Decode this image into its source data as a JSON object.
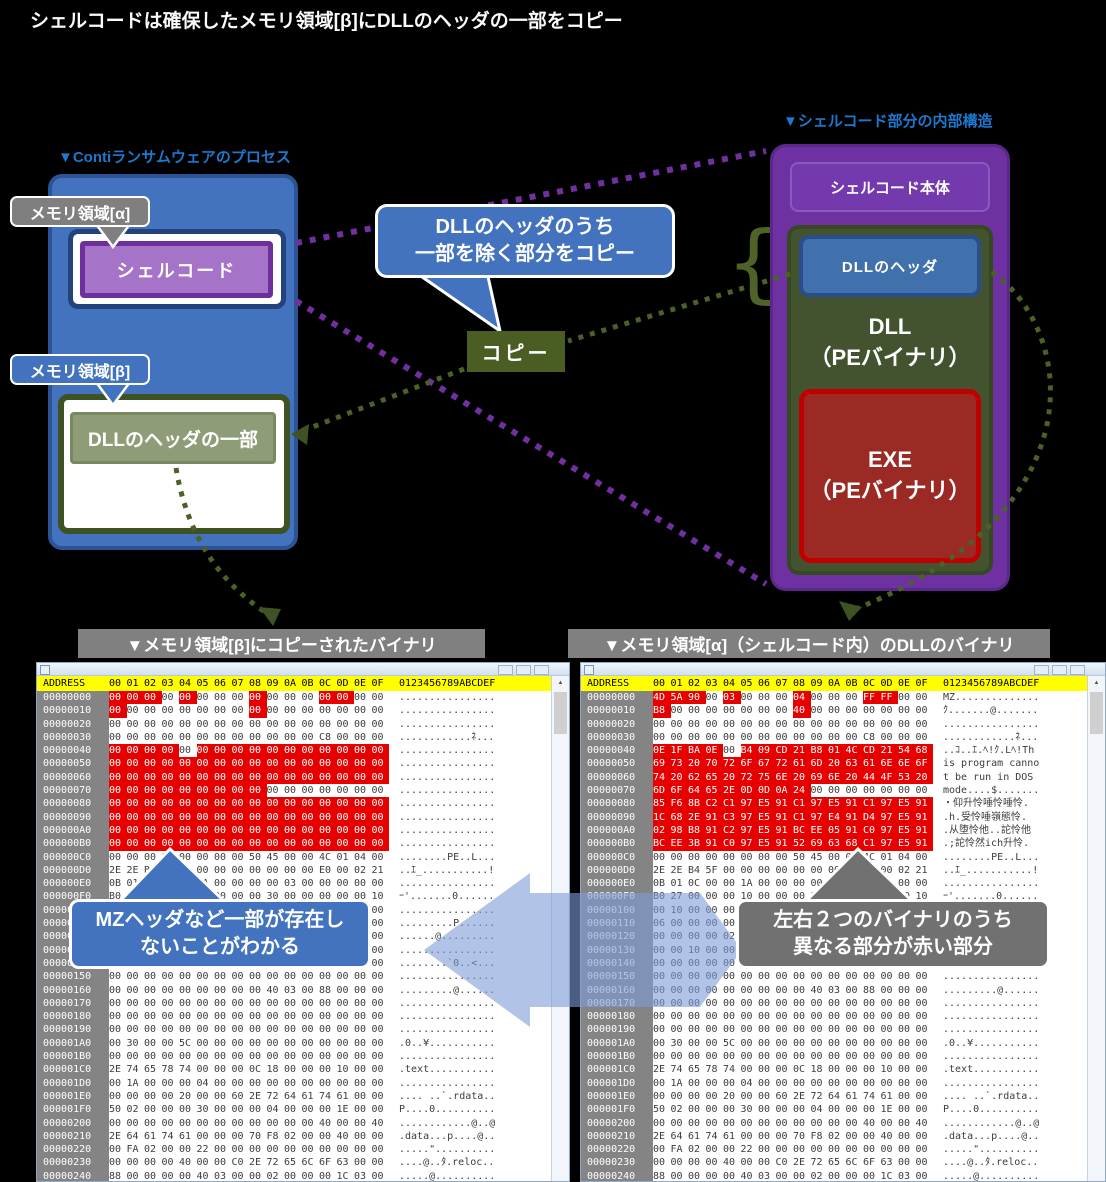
{
  "title": "シェルコードは確保したメモリ領域[β]にDLLのヘッダの一部をコピー",
  "left_panel": {
    "header": "▼Contiランサムウェアのプロセス",
    "mem_alpha_label": "メモリ領域[α]",
    "shellcode_label": "シェルコード",
    "mem_beta_label": "メモリ領域[β]",
    "dll_header_part_label": "DLLのヘッダの一部"
  },
  "center": {
    "bubble_line1": "DLLのヘッダのうち",
    "bubble_line2": "一部を除く部分をコピー",
    "copy_label": "コピー"
  },
  "right_panel": {
    "header": "▼シェルコード部分の内部構造",
    "shellcode_body_label": "シェルコード本体",
    "dll_header_label": "DLLのヘッダ",
    "dll_line1": "DLL",
    "dll_line2": "（PEバイナリ）",
    "exe_line1": "EXE",
    "exe_line2": "（PEバイナリ）",
    "brace": "{"
  },
  "captions": {
    "left": "▼メモリ領域[β]にコピーされたバイナリ",
    "right": "▼メモリ領域[α]（シェルコード内）のDLLのバイナリ"
  },
  "callouts": {
    "left_line1": "MZヘッダなど一部が存在し",
    "left_line2": "ないことがわかる",
    "right_line1": "左右２つのバイナリのうち",
    "right_line2": "異なる部分が赤い部分"
  },
  "colors": {
    "process_blue": "#4373bf",
    "purple": "#6d31a2",
    "light_purple": "#a573c8",
    "olive_dark": "#4a5d23",
    "sage_green": "#8e9d77",
    "exe_red_border": "#c00000",
    "exe_red_fill": "#9b2a24",
    "highlight_red": "#e60000",
    "header_yellow": "#ffff00",
    "gutter_gray": "#848484",
    "caption_gray": "#808080",
    "accent_text_blue": "#1d78cf"
  },
  "hex": {
    "address_header": "ADDRESS",
    "columns": [
      "00",
      "01",
      "02",
      "03",
      "04",
      "05",
      "06",
      "07",
      "08",
      "09",
      "0A",
      "0B",
      "0C",
      "0D",
      "0E",
      "0F"
    ],
    "ascii_header": "0123456789ABCDEF",
    "scroll_up_icon": "▲",
    "red": [
      [
        0,
        1,
        2,
        4,
        8,
        12,
        13
      ],
      [
        0,
        8
      ],
      [],
      [],
      [
        0,
        1,
        2,
        3,
        5,
        6,
        7,
        8,
        9,
        10,
        11,
        12,
        13,
        14,
        15
      ],
      [
        0,
        1,
        2,
        3,
        4,
        5,
        6,
        7,
        8,
        9,
        10,
        11,
        12,
        13,
        14,
        15
      ],
      [
        0,
        1,
        2,
        3,
        4,
        5,
        6,
        7,
        8,
        9,
        10,
        11,
        12,
        13,
        14,
        15
      ],
      [
        0,
        1,
        2,
        3,
        4,
        5,
        6,
        7,
        8
      ],
      [
        0,
        1,
        2,
        3,
        4,
        5,
        6,
        7,
        8,
        9,
        10,
        11,
        12,
        13,
        14,
        15
      ],
      [
        0,
        1,
        2,
        3,
        4,
        5,
        6,
        7,
        8,
        9,
        10,
        11,
        12,
        13,
        14,
        15
      ],
      [
        0,
        1,
        2,
        3,
        4,
        5,
        6,
        7,
        8,
        9,
        10,
        11,
        12,
        13,
        14,
        15
      ],
      [
        0,
        1,
        2,
        3,
        4,
        5,
        6,
        7,
        8,
        9,
        10,
        11,
        12,
        13,
        14,
        15
      ]
    ],
    "left_head_rows": [
      {
        "a": "00000000",
        "b": "00 00 00 00 00 00 00 00 00 00 00 00 00 00 00 00",
        "t": "................"
      },
      {
        "a": "00000010",
        "b": "00 00 00 00 00 00 00 00 00 00 00 00 00 00 00 00",
        "t": "................"
      },
      {
        "a": "00000020",
        "b": "00 00 00 00 00 00 00 00 00 00 00 00 00 00 00 00",
        "t": "................"
      },
      {
        "a": "00000030",
        "b": "00 00 00 00 00 00 00 00 00 00 00 00 C8 00 00 00",
        "t": "............ﾈ..."
      },
      {
        "a": "00000040",
        "b": "00 00 00 00 00 00 00 00 00 00 00 00 00 00 00 00",
        "t": "................"
      },
      {
        "a": "00000050",
        "b": "00 00 00 00 00 00 00 00 00 00 00 00 00 00 00 00",
        "t": "................"
      },
      {
        "a": "00000060",
        "b": "00 00 00 00 00 00 00 00 00 00 00 00 00 00 00 00",
        "t": "................"
      },
      {
        "a": "00000070",
        "b": "00 00 00 00 00 00 00 00 00 00 00 00 00 00 00 00",
        "t": "................"
      },
      {
        "a": "00000080",
        "b": "00 00 00 00 00 00 00 00 00 00 00 00 00 00 00 00",
        "t": "................"
      },
      {
        "a": "00000090",
        "b": "00 00 00 00 00 00 00 00 00 00 00 00 00 00 00 00",
        "t": "................"
      },
      {
        "a": "000000A0",
        "b": "00 00 00 00 00 00 00 00 00 00 00 00 00 00 00 00",
        "t": "................"
      },
      {
        "a": "000000B0",
        "b": "00 00 00 00 00 00 00 00 00 00 00 00 00 00 00 00",
        "t": "................"
      }
    ],
    "right_head_rows": [
      {
        "a": "00000000",
        "b": "4D 5A 90 00 03 00 00 00 04 00 00 00 FF FF 00 00",
        "t": "MZ.............."
      },
      {
        "a": "00000010",
        "b": "B8 00 00 00 00 00 00 00 40 00 00 00 00 00 00 00",
        "t": "ｸ.......@......."
      },
      {
        "a": "00000020",
        "b": "00 00 00 00 00 00 00 00 00 00 00 00 00 00 00 00",
        "t": "................"
      },
      {
        "a": "00000030",
        "b": "00 00 00 00 00 00 00 00 00 00 00 00 C8 00 00 00",
        "t": "............ﾈ..."
      },
      {
        "a": "00000040",
        "b": "0E 1F BA 0E 00 B4 09 CD 21 B8 01 4C CD 21 54 68",
        "t": "..ｺ..ｴ.ﾍ!ｸ.Lﾍ!Th"
      },
      {
        "a": "00000050",
        "b": "69 73 20 70 72 6F 67 72 61 6D 20 63 61 6E 6E 6F",
        "t": "is program canno"
      },
      {
        "a": "00000060",
        "b": "74 20 62 65 20 72 75 6E 20 69 6E 20 44 4F 53 20",
        "t": "t be run in DOS "
      },
      {
        "a": "00000070",
        "b": "6D 6F 64 65 2E 0D 0D 0A 24 00 00 00 00 00 00 00",
        "t": "mode....$......."
      },
      {
        "a": "00000080",
        "b": "85 F6 8B C2 C1 97 E5 91 C1 97 E5 91 C1 97 E5 91",
        "t": "・仰升怜唾怜唾怜."
      },
      {
        "a": "00000090",
        "b": "1C 68 2E 91 C3 97 E5 91 C1 97 E4 91 D4 97 E5 91",
        "t": ".h.受怜唾嶺態怜."
      },
      {
        "a": "000000A0",
        "b": "02 98 B8 91 C2 97 E5 91 BC EE 05 91 C0 97 E5 91",
        "t": ".从堕怜他..詑怜他"
      },
      {
        "a": "000000B0",
        "b": "BC EE 3B 91 C0 97 E5 91 52 69 63 68 C1 97 E5 91",
        "t": ".;詑怜然ich升怜."
      }
    ],
    "tail_rows": [
      {
        "a": "000000C0",
        "b": "00 00 00 00 00 00 00 00 50 45 00 00 4C 01 04 00",
        "t": "........PE..L..."
      },
      {
        "a": "000000D0",
        "b": "2E 2E B4 5F 00 00 00 00 00 00 00 00 E0 00 02 21",
        "t": "..ｴ_...........!"
      },
      {
        "a": "000000E0",
        "b": "0B 01 0C 00 00 1A 00 00 00 00 03 00 00 00 00 00",
        "t": "................"
      },
      {
        "a": "000000F0",
        "b": "B0 27 00 00 00 10 00 00 00 30 00 00 00 00 00 10",
        "t": "ｰ'.......0......"
      },
      {
        "a": "00000100",
        "b": "00 10 00 00 00 02 00 00 06 00 00 00 00 00 00 00",
        "t": "................"
      },
      {
        "a": "00000110",
        "b": "06 00 00 00 00 00 00 00 00 50 00 00 00 04 00 00",
        "t": ".........P......"
      },
      {
        "a": "00000120",
        "b": "00 00 00 00 02 00 40 00 00 00 10 00 00 10 00 00",
        "t": "......@........."
      },
      {
        "a": "00000130",
        "b": "00 00 10 00 00 10 00 00 00 00 00 00 10 00 00 00",
        "t": "................"
      },
      {
        "a": "00000140",
        "b": "00 00 00 00 00 00 00 00 60 30 00 00 3C 00 00 00",
        "t": "........`0..<..."
      },
      {
        "a": "00000150",
        "b": "00 00 00 00 00 00 00 00 00 00 00 00 00 00 00 00",
        "t": "................"
      },
      {
        "a": "00000160",
        "b": "00 00 00 00 00 00 00 00 00 40 03 00 88 00 00 00",
        "t": ".........@......"
      },
      {
        "a": "00000170",
        "b": "00 00 00 00 00 00 00 00 00 00 00 00 00 00 00 00",
        "t": "................"
      },
      {
        "a": "00000180",
        "b": "00 00 00 00 00 00 00 00 00 00 00 00 00 00 00 00",
        "t": "................"
      },
      {
        "a": "00000190",
        "b": "00 00 00 00 00 00 00 00 00 00 00 00 00 00 00 00",
        "t": "................"
      },
      {
        "a": "000001A0",
        "b": "00 30 00 00 5C 00 00 00 00 00 00 00 00 00 00 00",
        "t": ".0..¥..........."
      },
      {
        "a": "000001B0",
        "b": "00 00 00 00 00 00 00 00 00 00 00 00 00 00 00 00",
        "t": "................"
      },
      {
        "a": "000001C0",
        "b": "2E 74 65 78 74 00 00 00 0C 18 00 00 00 10 00 00",
        "t": ".text..........."
      },
      {
        "a": "000001D0",
        "b": "00 1A 00 00 00 04 00 00 00 00 00 00 00 00 00 00",
        "t": "................"
      },
      {
        "a": "000001E0",
        "b": "00 00 00 00 20 00 00 60 2E 72 64 61 74 61 00 00",
        "t": ".... ..`.rdata.."
      },
      {
        "a": "000001F0",
        "b": "50 02 00 00 00 30 00 00 00 04 00 00 00 1E 00 00",
        "t": "P....0.........."
      },
      {
        "a": "00000200",
        "b": "00 00 00 00 00 00 00 00 00 00 00 00 40 00 00 40",
        "t": "............@..@"
      },
      {
        "a": "00000210",
        "b": "2E 64 61 74 61 00 00 00 70 F8 02 00 00 40 00 00",
        "t": ".data...p....@.."
      },
      {
        "a": "00000220",
        "b": "00 FA 02 00 00 22 00 00 00 00 00 00 00 00 00 00",
        "t": ".....\".........."
      },
      {
        "a": "00000230",
        "b": "00 00 00 00 40 00 00 C0 2E 72 65 6C 6F 63 00 00",
        "t": "....@..ﾀ.reloc.."
      },
      {
        "a": "00000240",
        "b": "88 00 00 00 00 40 03 00 00 02 00 00 00 1C 03 00",
        "t": ".....@.........."
      }
    ]
  }
}
